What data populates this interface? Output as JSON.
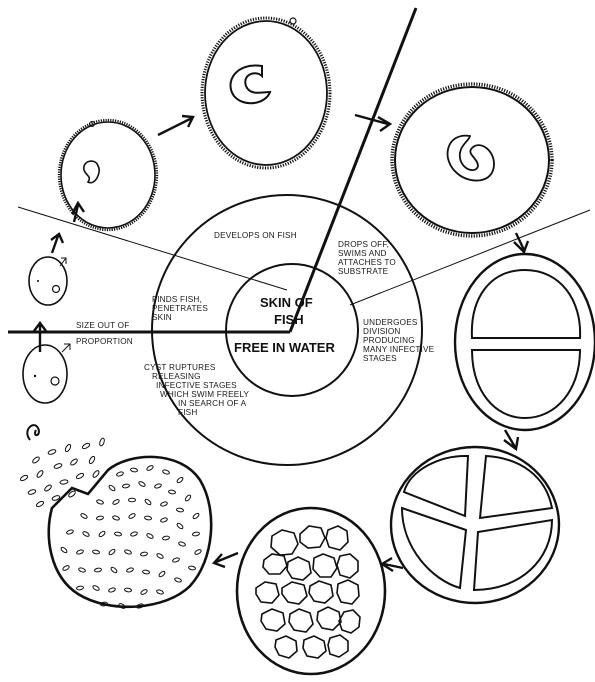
{
  "center": {
    "top": "SKIN OF FISH",
    "top_line1": "SKIN OF",
    "top_line2": "FISH",
    "bottom": "FREE IN WATER"
  },
  "ring_labels": {
    "develops": "DEVELOPS ON FISH",
    "drops": [
      "DROPS OFF,",
      "SWIMS AND",
      "ATTACHES TO",
      "SUBSTRATE"
    ],
    "finds": [
      "FINDS FISH,",
      "PENETRATES",
      "SKIN"
    ],
    "undergoes": [
      "UNDERGOES",
      "DIVISION",
      "PRODUCING",
      "MANY INFECTIVE",
      "STAGES"
    ],
    "cyst": [
      "CYST RUPTURES",
      "RELEASING",
      "INFECTIVE STAGES",
      "WHICH SWIM FREELY",
      "IN SEARCH OF A",
      "FISH"
    ]
  },
  "note": [
    "SIZE OUT OF",
    "PROPORTION"
  ],
  "colors": {
    "ink": "#111111",
    "background": "#ffffff"
  }
}
